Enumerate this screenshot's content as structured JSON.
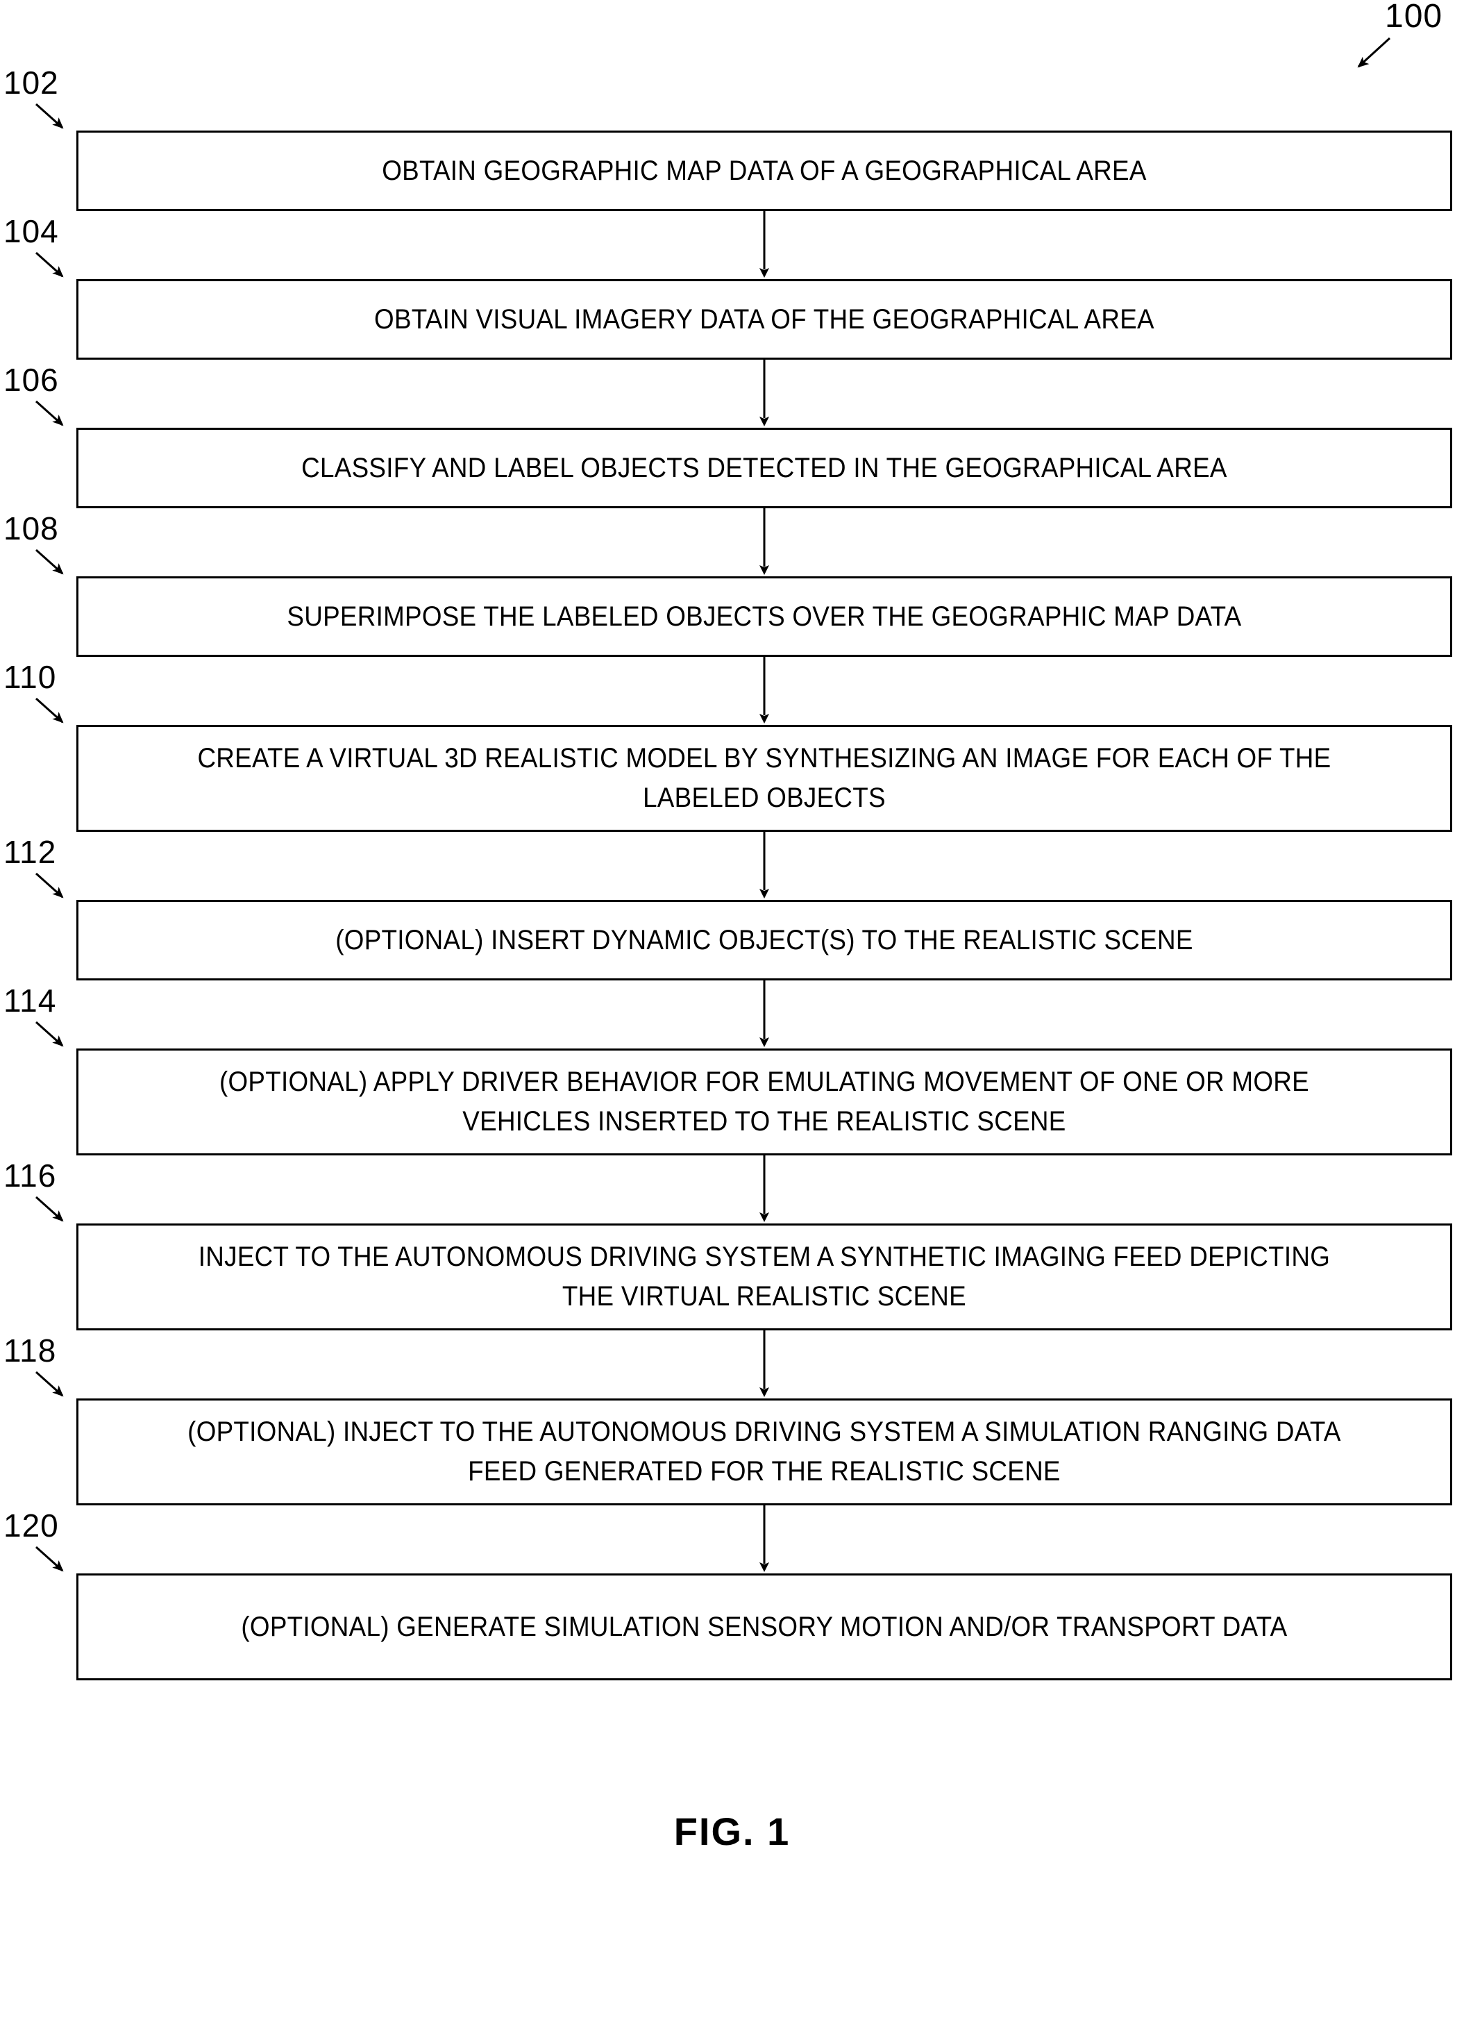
{
  "figure": {
    "caption": "FIG. 1",
    "assembly_reference": "100",
    "line_color": "#000000",
    "background_color": "#ffffff"
  },
  "steps": [
    {
      "ref": "102",
      "text": "OBTAIN GEOGRAPHIC MAP DATA OF A GEOGRAPHICAL AREA",
      "lines": 1
    },
    {
      "ref": "104",
      "text": "OBTAIN VISUAL IMAGERY DATA OF THE GEOGRAPHICAL AREA",
      "lines": 1
    },
    {
      "ref": "106",
      "text": "CLASSIFY AND LABEL OBJECTS DETECTED IN THE GEOGRAPHICAL AREA",
      "lines": 1
    },
    {
      "ref": "108",
      "text": "SUPERIMPOSE THE LABELED OBJECTS OVER THE GEOGRAPHIC MAP DATA",
      "lines": 1
    },
    {
      "ref": "110",
      "text": "CREATE A VIRTUAL 3D REALISTIC MODEL BY SYNTHESIZING AN IMAGE FOR EACH OF THE LABELED OBJECTS",
      "lines": 2
    },
    {
      "ref": "112",
      "text": "(OPTIONAL) INSERT DYNAMIC OBJECT(S) TO THE REALISTIC SCENE",
      "lines": 1
    },
    {
      "ref": "114",
      "text": "(OPTIONAL) APPLY DRIVER BEHAVIOR FOR EMULATING MOVEMENT OF ONE OR MORE VEHICLES INSERTED TO THE REALISTIC SCENE",
      "lines": 2
    },
    {
      "ref": "116",
      "text": "INJECT TO THE AUTONOMOUS DRIVING SYSTEM A SYNTHETIC IMAGING FEED DEPICTING THE VIRTUAL REALISTIC SCENE",
      "lines": 2
    },
    {
      "ref": "118",
      "text": "(OPTIONAL) INJECT TO THE AUTONOMOUS DRIVING SYSTEM A SIMULATION RANGING DATA FEED GENERATED FOR THE REALISTIC SCENE",
      "lines": 2
    },
    {
      "ref": "120",
      "text": "(OPTIONAL) GENERATE SIMULATION SENSORY MOTION AND/OR TRANSPORT DATA",
      "lines": 2
    }
  ]
}
